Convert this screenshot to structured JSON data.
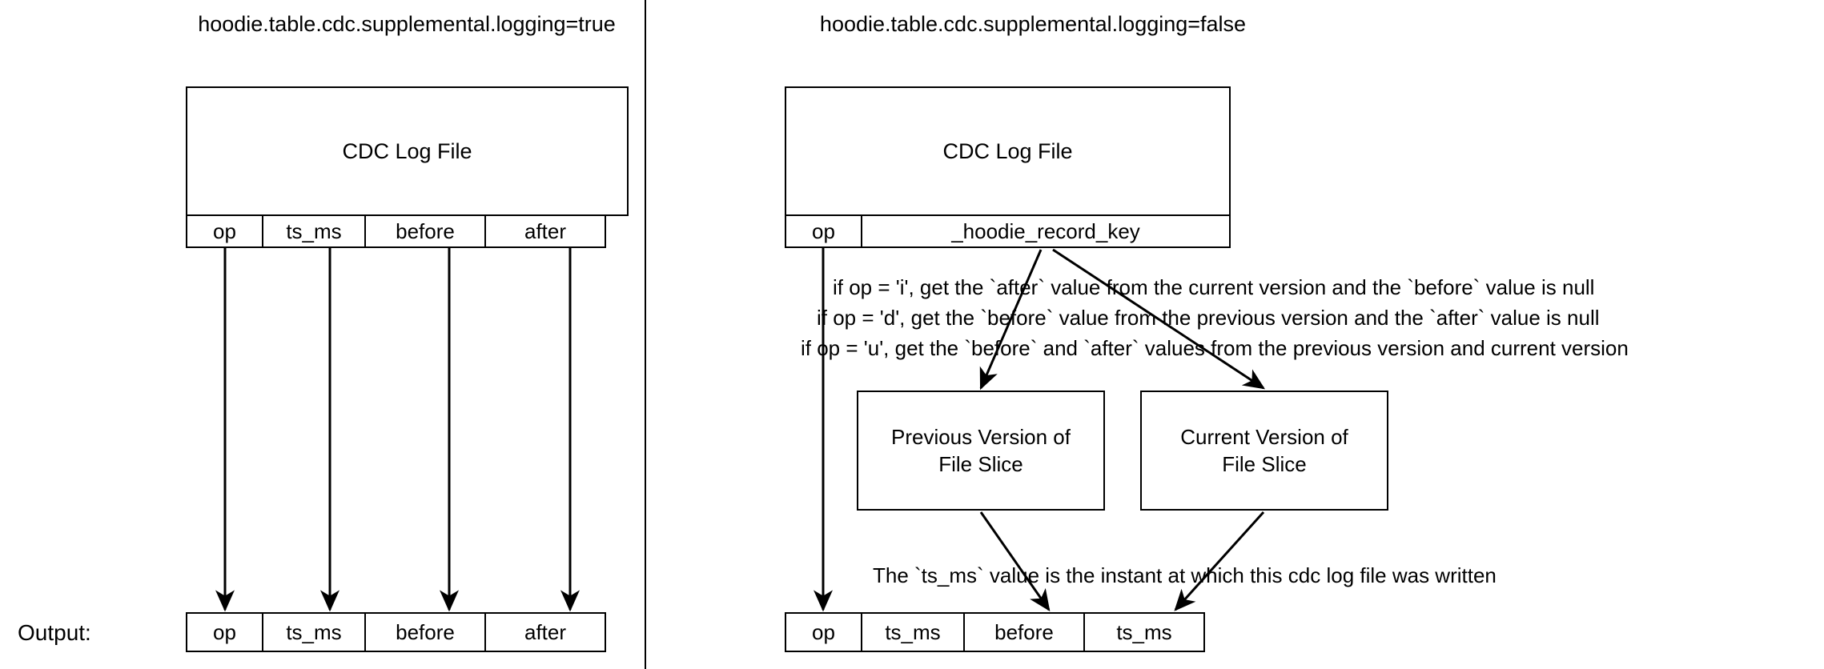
{
  "left_panel": {
    "title": "hoodie.table.cdc.supplemental.logging=true",
    "log_file": {
      "label": "CDC Log File"
    },
    "schema_columns": [
      "op",
      "ts_ms",
      "before",
      "after"
    ],
    "output_label": "Output:",
    "output_columns": [
      "op",
      "ts_ms",
      "before",
      "after"
    ]
  },
  "right_panel": {
    "title": "hoodie.table.cdc.supplemental.logging=false",
    "log_file": {
      "label": "CDC Log File"
    },
    "schema_columns": [
      "op",
      "_hoodie_record_key"
    ],
    "notes": [
      "if op = 'i', get the `after` value from the current version and the `before` value is null",
      "if op = 'd', get the `before` value from the previous version  and the `after` value is null",
      "if op = 'u', get the `before` and `after` values from the previous version and current version"
    ],
    "previous_version_box": "Previous Version of\nFile Slice",
    "previous_version_line1": "Previous Version of",
    "previous_version_line2": "File Slice",
    "current_version_line1": "Current Version of",
    "current_version_line2": "File Slice",
    "ts_ms_note": "The `ts_ms` value is the instant at which this cdc log file was written",
    "output_columns": [
      "op",
      "ts_ms",
      "before",
      "ts_ms"
    ]
  },
  "colors": {
    "stroke": "#000000",
    "background": "#ffffff"
  }
}
